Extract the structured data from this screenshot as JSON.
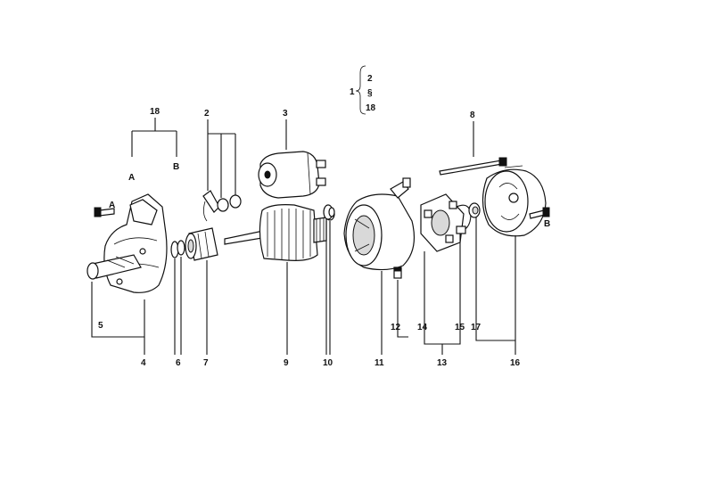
{
  "labels": {
    "l1": "1",
    "l2_top": "2",
    "l_s": "§",
    "l18_top": "18",
    "l18_left": "18",
    "lA": "A",
    "lB": "B",
    "l2": "2",
    "l3": "3",
    "l8": "8",
    "lA_bolt": "A",
    "lB_bolt": "B",
    "l5": "5",
    "l4": "4",
    "l6": "6",
    "l7": "7",
    "l9": "9",
    "l10": "10",
    "l11": "11",
    "l12": "12",
    "l14": "14",
    "l15": "15",
    "l13": "13",
    "l17": "17",
    "l16": "16"
  }
}
